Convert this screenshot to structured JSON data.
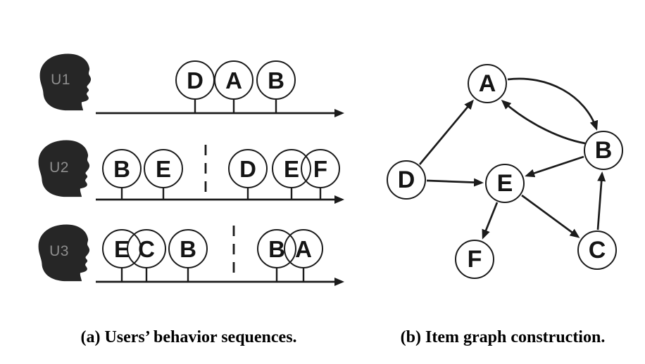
{
  "figure": {
    "background": "#ffffff",
    "ink_color": "#1b1b1b",
    "head_fill_color": "#262626",
    "user_label_color": "#8e8e8e"
  },
  "panel_a": {
    "caption": "(a) Users’ behavior sequences.",
    "rows": [
      {
        "user": "U1",
        "items": [
          "D",
          "A",
          "B"
        ],
        "separator_after_item": null
      },
      {
        "user": "U2",
        "items": [
          "B",
          "E",
          "D",
          "E",
          "F"
        ],
        "separator_after_item": 2
      },
      {
        "user": "U3",
        "items": [
          "E",
          "C",
          "B",
          "B",
          "A"
        ],
        "separator_after_item": 3
      }
    ]
  },
  "panel_b": {
    "caption": "(b) Item graph construction.",
    "nodes": [
      "A",
      "B",
      "C",
      "D",
      "E",
      "F"
    ],
    "edges": [
      "D→A",
      "A→B",
      "B→A",
      "D→E",
      "B→E",
      "E→F",
      "E→C",
      "C→B"
    ]
  }
}
